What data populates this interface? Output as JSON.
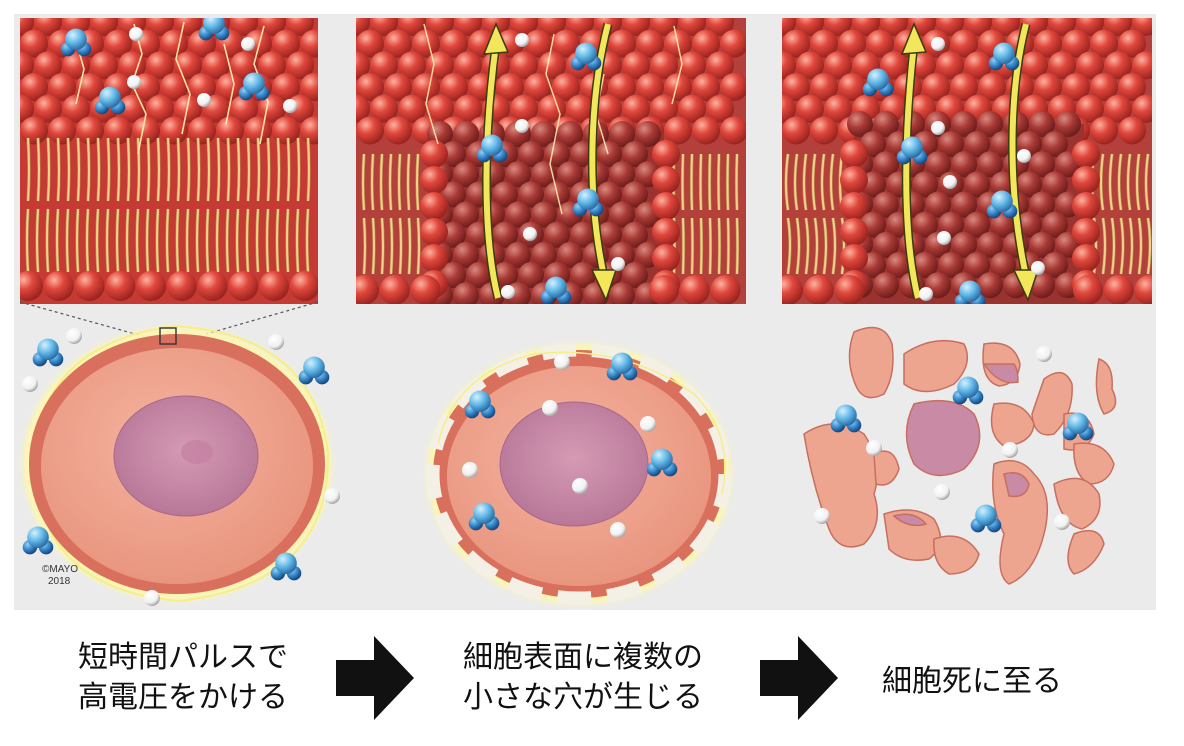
{
  "figure": {
    "copyright": [
      "©MAYO",
      "2018"
    ],
    "colors": {
      "background": "#ebebeb",
      "lipid_head": "#e0473c",
      "lipid_head_dark": "#a93a36",
      "lipid_tail": "#f0d08a",
      "cytoplasm": "#eea58f",
      "cell_membrane": "#d9705d",
      "nucleus": "#c98aa6",
      "water_molecule": "#5fb6e6",
      "ion_particle": "#ffffff",
      "current_arrow": "#f2e65a",
      "electric_glow": "#fdf7b0"
    },
    "icons": [
      "water-molecule-icon",
      "ion-particle-icon",
      "electric-arc-icon",
      "current-arrow-icon"
    ]
  },
  "steps": [
    {
      "lines": [
        "短時間パルスで",
        "高電圧をかける"
      ]
    },
    {
      "lines": [
        "細胞表面に複数の",
        "小さな穴が生じる"
      ]
    },
    {
      "lines": [
        "細胞死に至る"
      ]
    }
  ],
  "arrows": [
    {
      "icon": "right-arrow-icon",
      "color": "#111111"
    },
    {
      "icon": "right-arrow-icon",
      "color": "#111111"
    }
  ]
}
